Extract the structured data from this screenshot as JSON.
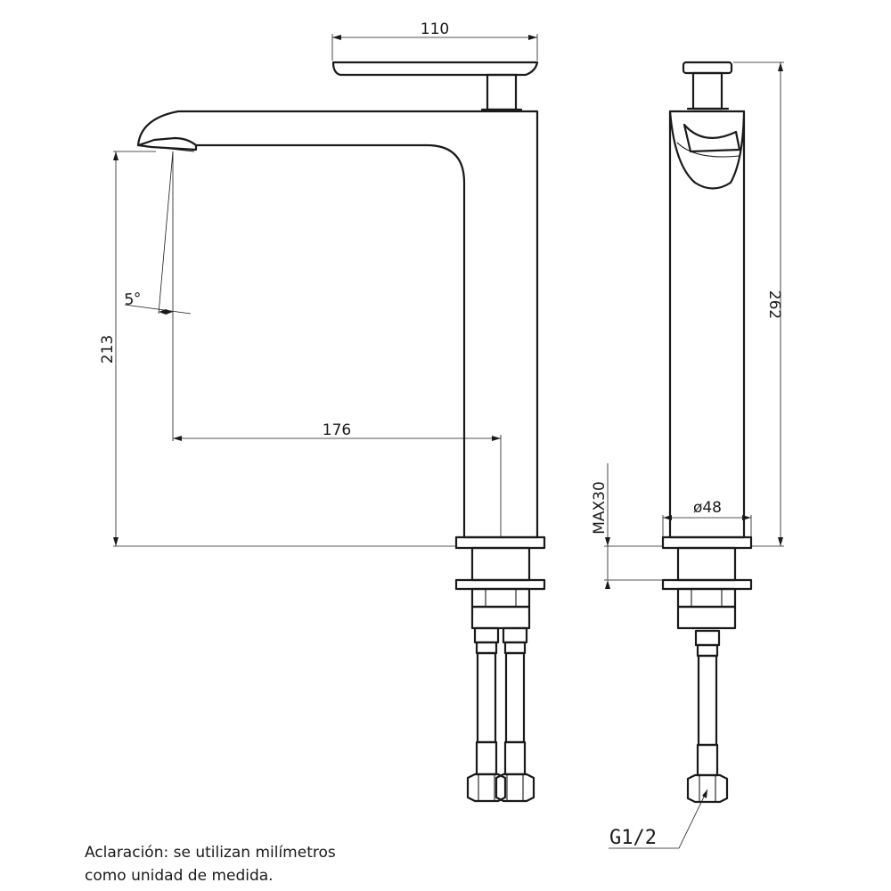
{
  "dimensions": {
    "lever_length": "110",
    "spout_height": "213",
    "spout_angle": "5°",
    "spout_reach": "176",
    "total_height": "262",
    "max_deck_thickness": "MAX30",
    "body_diameter": "ø48",
    "thread": "G1/2"
  },
  "note": {
    "line1": "Aclaración: se utilizan milímetros",
    "line2": "como unidad de medida."
  }
}
